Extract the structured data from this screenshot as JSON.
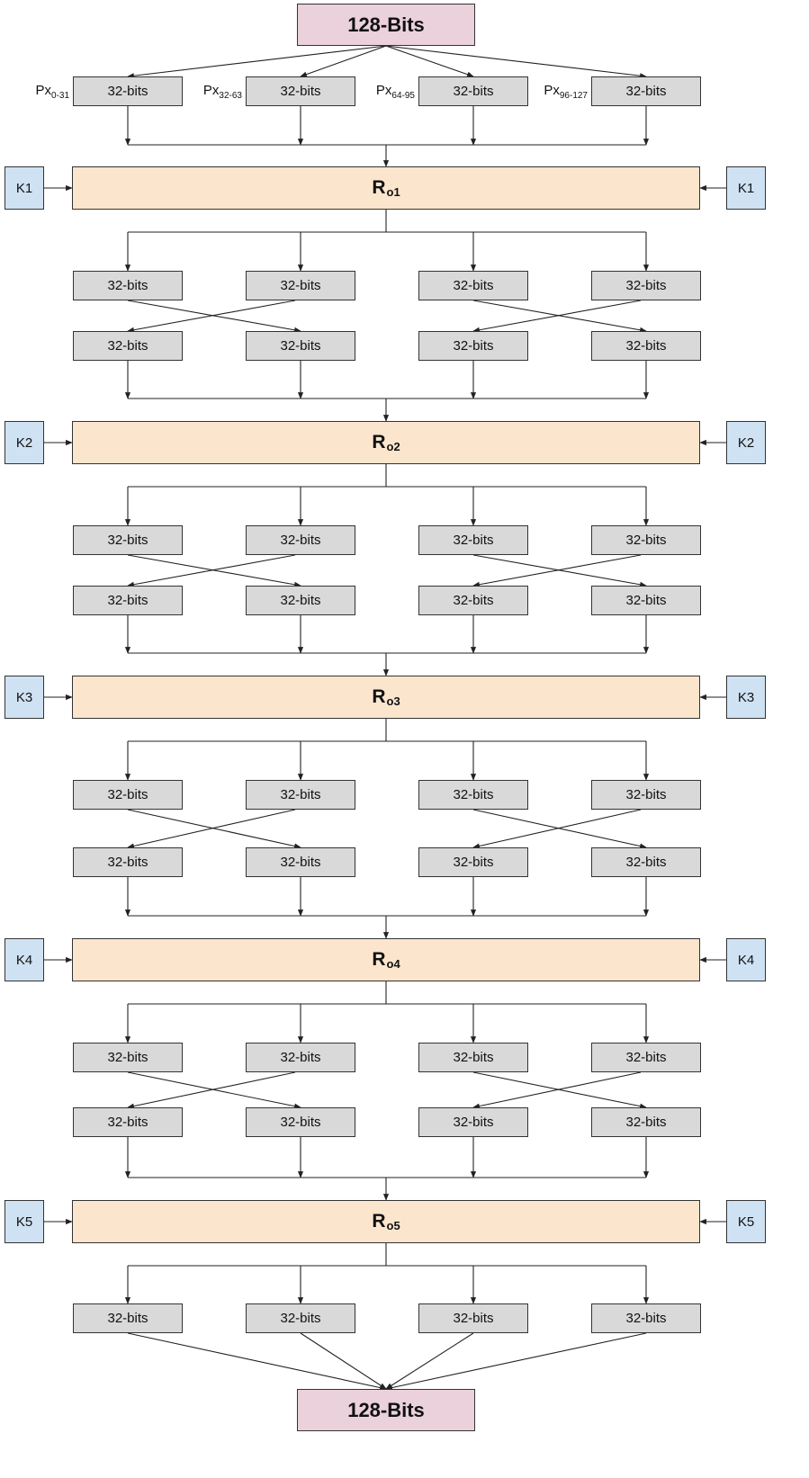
{
  "top_block": "128-Bits",
  "bottom_block": "128-Bits",
  "block_label": "32-bits",
  "partition_labels": [
    {
      "prefix": "Px",
      "sub": "0-31"
    },
    {
      "prefix": "Px",
      "sub": "32-63"
    },
    {
      "prefix": "Px",
      "sub": "64-95"
    },
    {
      "prefix": "Px",
      "sub": "96-127"
    }
  ],
  "rounds": [
    {
      "main": "R",
      "sub": "o1",
      "key": "K1"
    },
    {
      "main": "R",
      "sub": "o2",
      "key": "K2"
    },
    {
      "main": "R",
      "sub": "o3",
      "key": "K3"
    },
    {
      "main": "R",
      "sub": "o4",
      "key": "K4"
    },
    {
      "main": "R",
      "sub": "o5",
      "key": "K5"
    }
  ],
  "colors": {
    "block_fill": "#d9d9d9",
    "title_fill": "#ead1dc",
    "round_fill": "#fce5cd",
    "key_fill": "#cfe2f3",
    "line": "#222222"
  }
}
